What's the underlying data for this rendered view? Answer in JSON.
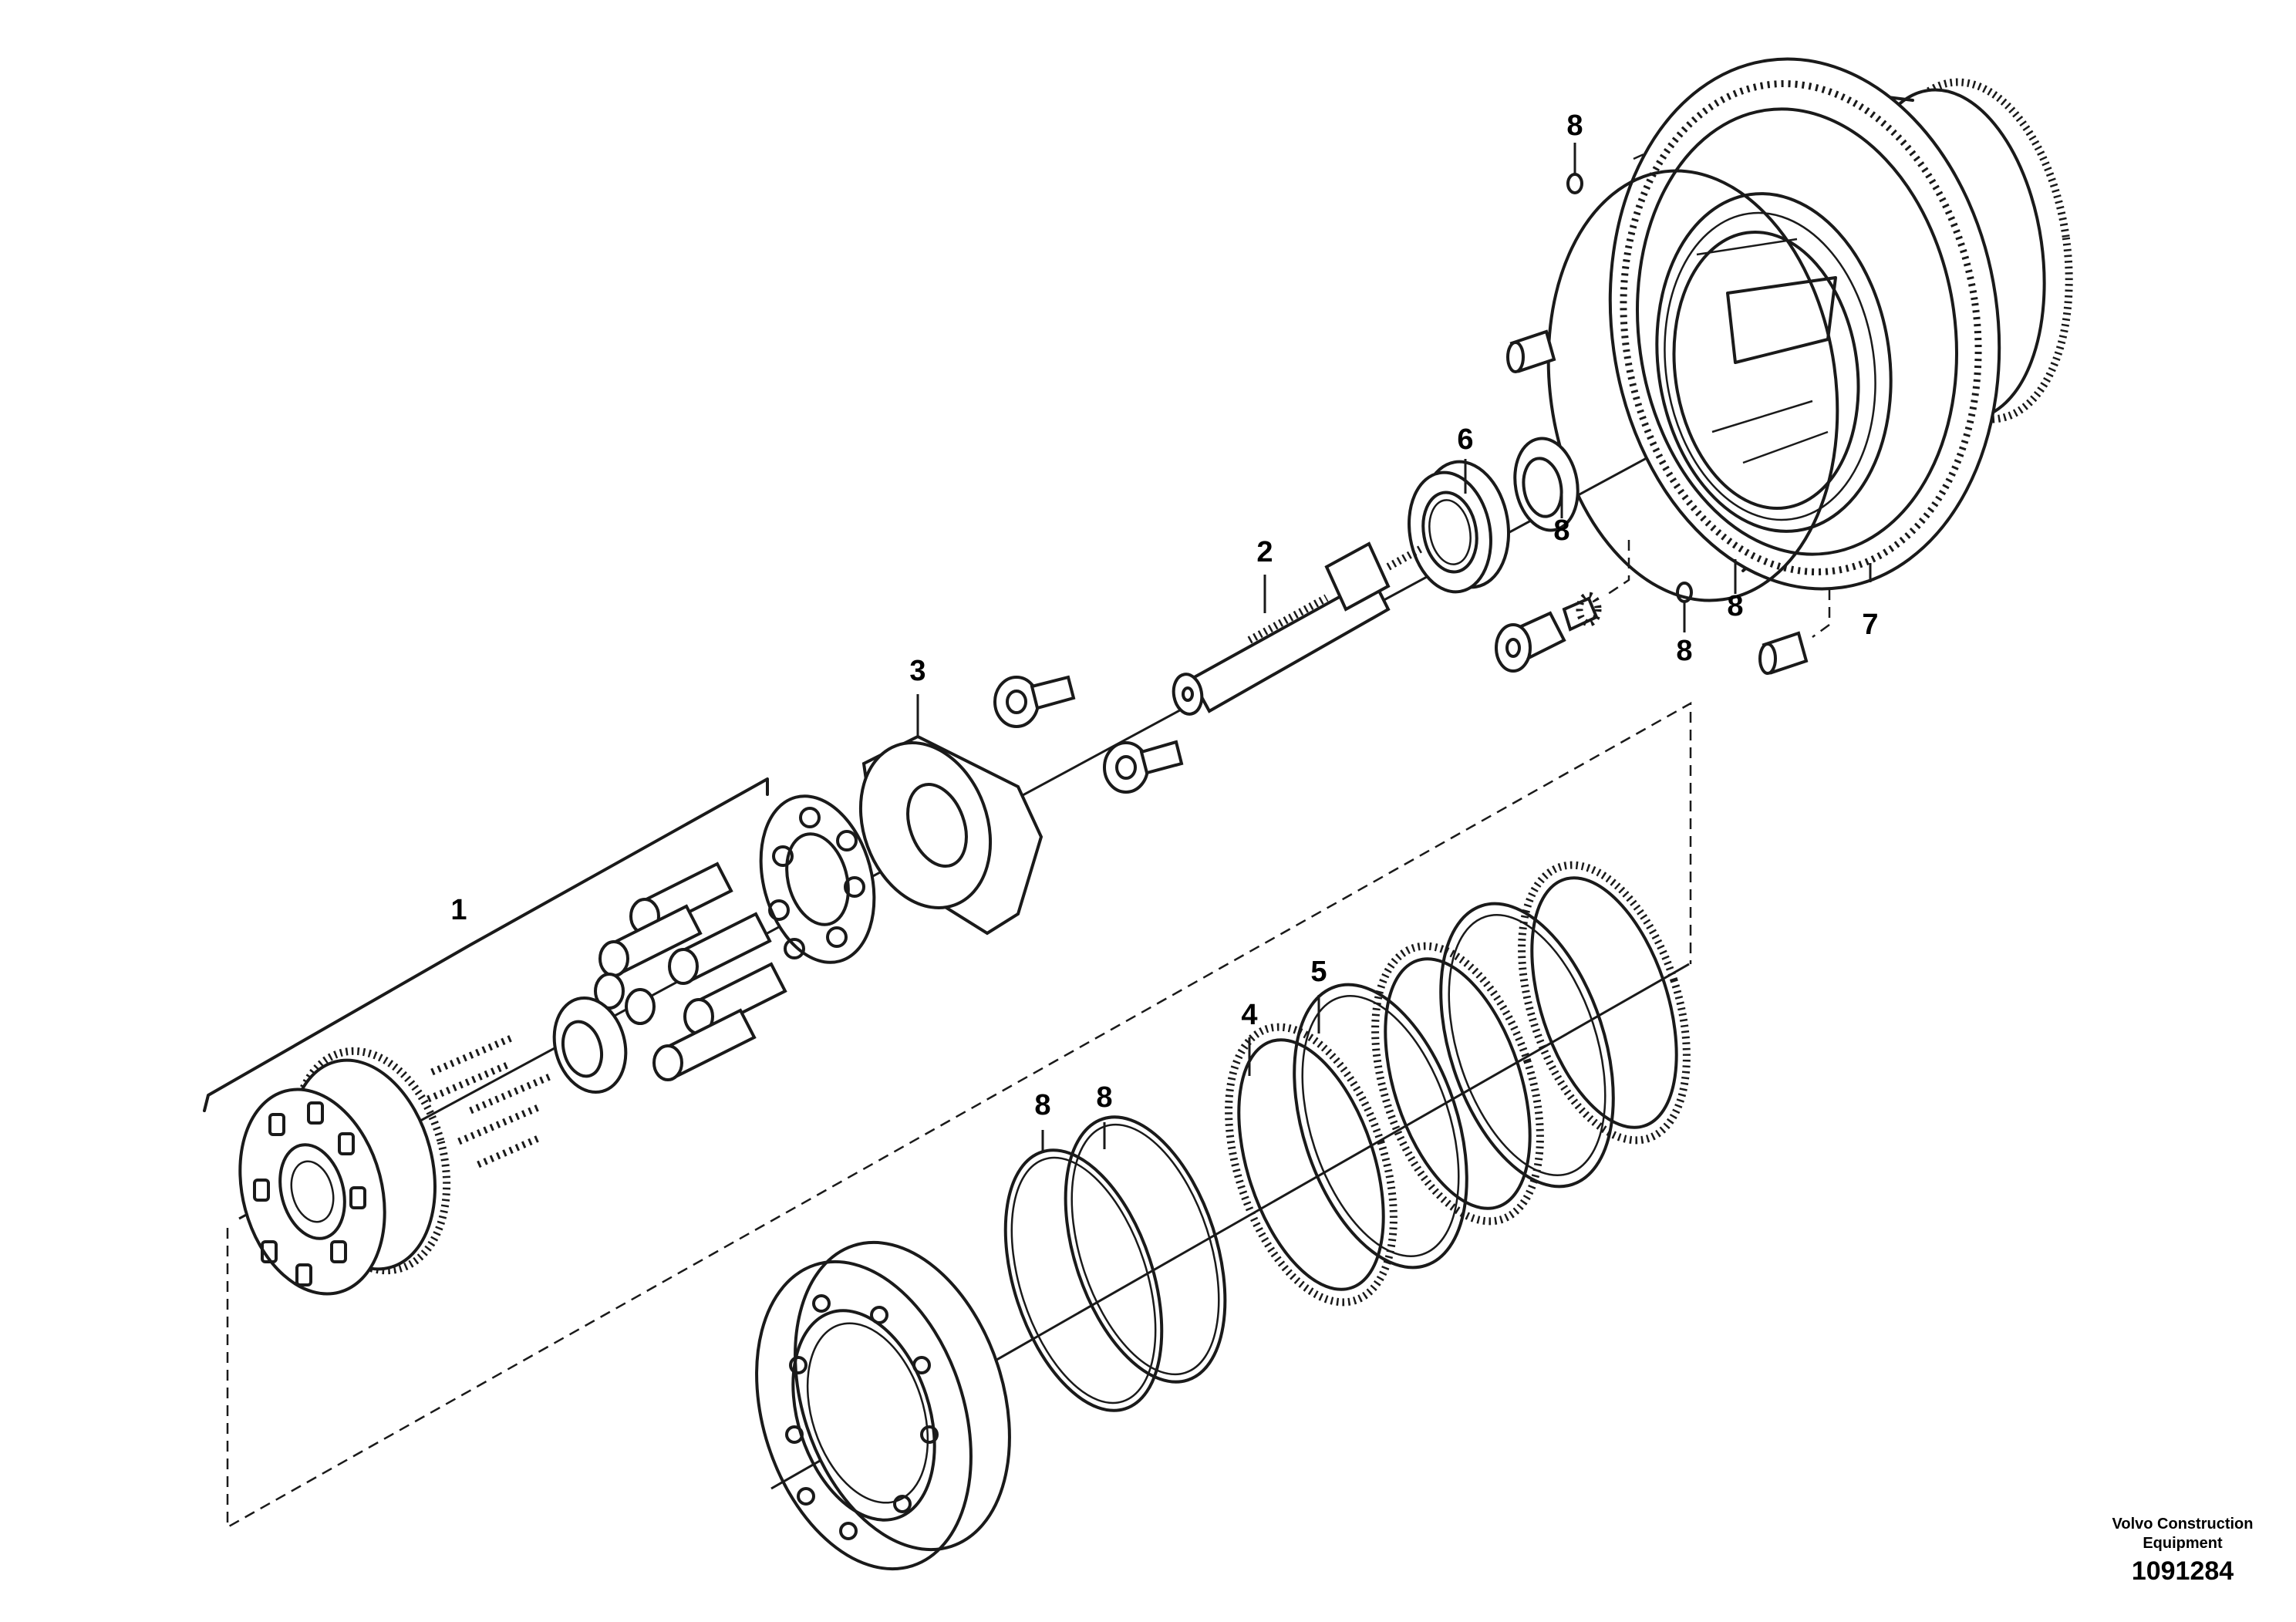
{
  "callouts": [
    {
      "id": "c1",
      "label": "1"
    },
    {
      "id": "c2",
      "label": "2"
    },
    {
      "id": "c3",
      "label": "3"
    },
    {
      "id": "c4",
      "label": "4"
    },
    {
      "id": "c5",
      "label": "5"
    },
    {
      "id": "c6",
      "label": "6"
    },
    {
      "id": "c7",
      "label": "7"
    },
    {
      "id": "c8a",
      "label": "8"
    },
    {
      "id": "c8b",
      "label": "8"
    },
    {
      "id": "c8c",
      "label": "8"
    },
    {
      "id": "c8d",
      "label": "8"
    },
    {
      "id": "c8e",
      "label": "8"
    },
    {
      "id": "c8f",
      "label": "8"
    }
  ],
  "footer": {
    "credit_line1": "Volvo Construction",
    "credit_line2": "Equipment",
    "drawing_number": "1091284"
  }
}
